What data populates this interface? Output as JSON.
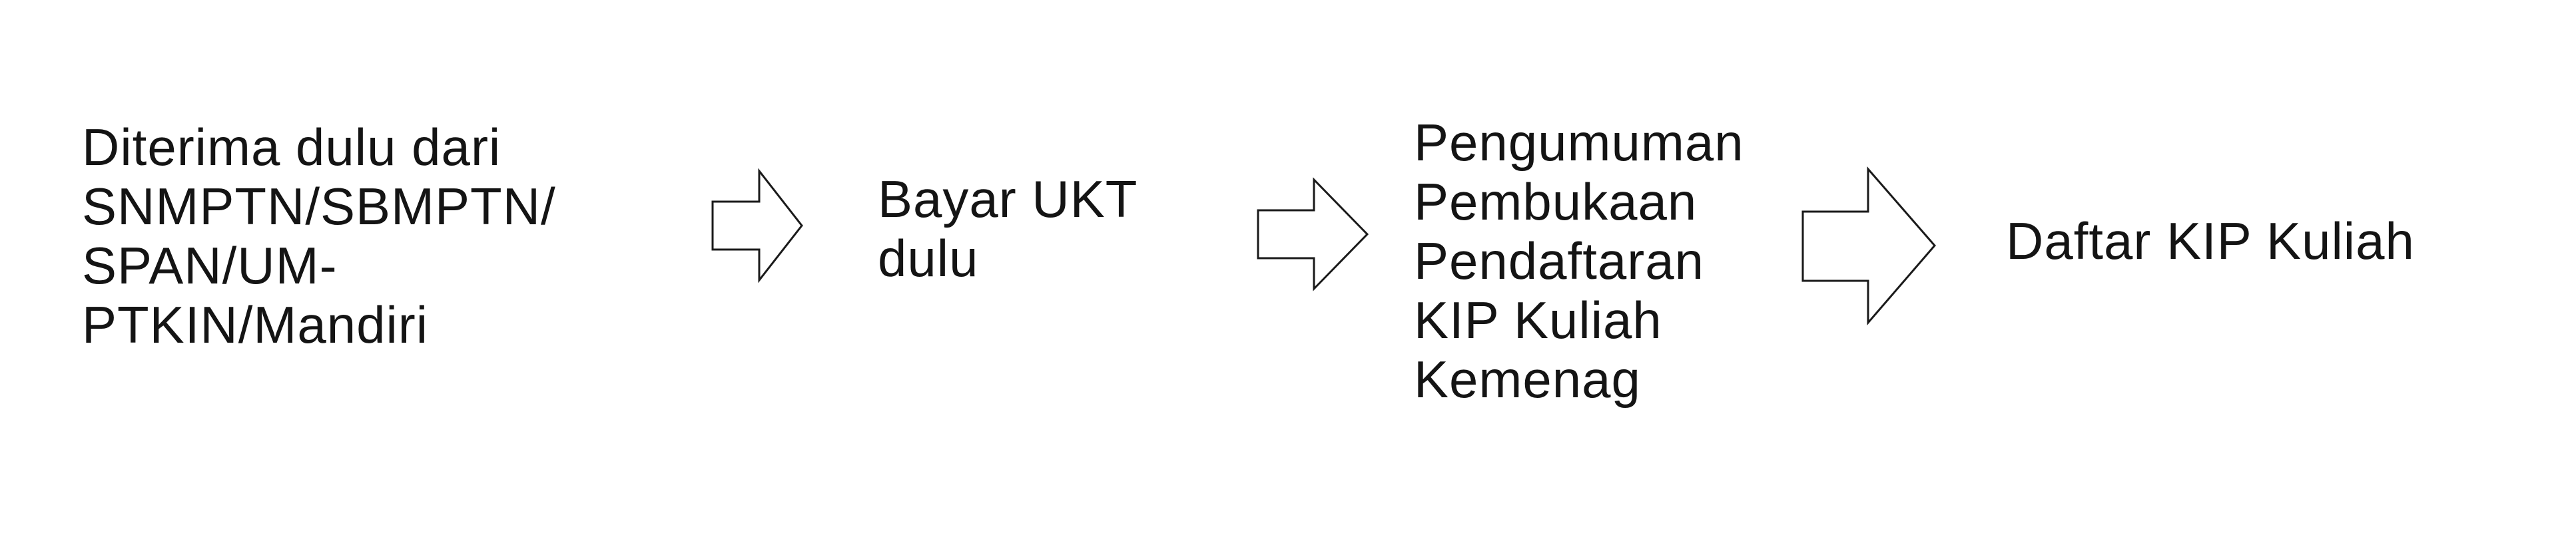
{
  "flow": {
    "steps": [
      {
        "lines": [
          "Diterima dulu dari",
          "SNMPTN/SBMPTN/",
          "SPAN/UM-",
          "PTKIN/Mandiri"
        ]
      },
      {
        "lines": [
          "Bayar UKT",
          "dulu"
        ]
      },
      {
        "lines": [
          "Pengumuman",
          "Pembukaan",
          "Pendaftaran",
          "KIP Kuliah",
          "Kemenag"
        ]
      },
      {
        "lines": [
          "Daftar KIP Kuliah"
        ]
      }
    ],
    "arrows": [
      {
        "icon": "right-arrow-icon"
      },
      {
        "icon": "right-arrow-icon"
      },
      {
        "icon": "right-arrow-icon"
      }
    ],
    "colors": {
      "text": "#141414",
      "arrow_stroke": "#1a1a1a",
      "arrow_fill": "#ffffff",
      "background": "#ffffff"
    }
  }
}
